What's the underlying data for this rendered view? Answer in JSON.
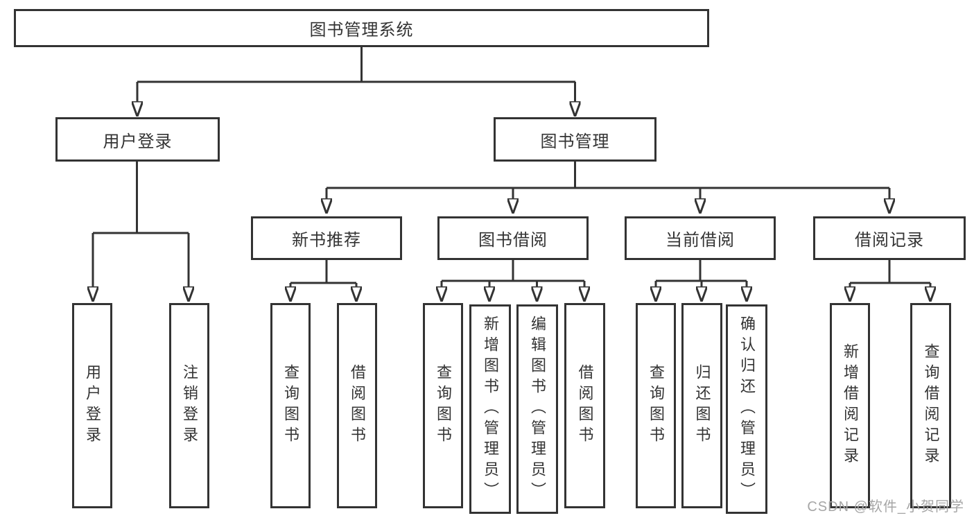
{
  "diagram": {
    "title": "图书管理系统",
    "root": {
      "label": "图书管理系统"
    },
    "level2": [
      {
        "label": "用户登录"
      },
      {
        "label": "图书管理"
      }
    ],
    "level3": [
      {
        "label": "新书推荐"
      },
      {
        "label": "图书借阅"
      },
      {
        "label": "当前借阅"
      },
      {
        "label": "借阅记录"
      }
    ],
    "leaves": {
      "user_login": [
        {
          "label": "用户登录"
        },
        {
          "label": "注销登录"
        }
      ],
      "new_book": [
        {
          "label": "查询图书"
        },
        {
          "label": "借阅图书"
        }
      ],
      "book_borrow": [
        {
          "label": "查询图书"
        },
        {
          "label": "新增图书（管理员）"
        },
        {
          "label": "编辑图书（管理员）"
        },
        {
          "label": "借阅图书"
        }
      ],
      "current_borrow": [
        {
          "label": "查询图书"
        },
        {
          "label": "归还图书"
        },
        {
          "label": "确认归还（管理员）"
        }
      ],
      "borrow_records": [
        {
          "label": "新增借阅记录"
        },
        {
          "label": "查询借阅记录"
        }
      ]
    }
  },
  "watermark": {
    "text": "CSDN @软件_小贺同学"
  },
  "colors": {
    "line": "#333333",
    "text": "#333333",
    "background": "#ffffff",
    "watermark": "#a6a6a6"
  }
}
